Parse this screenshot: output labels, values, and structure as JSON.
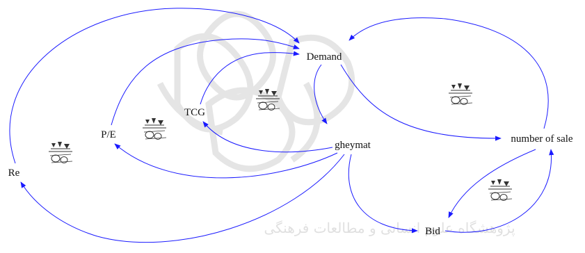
{
  "diagram": {
    "nodes": {
      "demand": "Demand",
      "gheymat": "gheymat",
      "tcg": "TCG",
      "pe": "P/E",
      "re": "Re",
      "number_of_sale": "number of sale",
      "bid": "Bid"
    },
    "edges": [
      {
        "from": "Re",
        "to": "Demand"
      },
      {
        "from": "P/E",
        "to": "Demand"
      },
      {
        "from": "TCG",
        "to": "Demand"
      },
      {
        "from": "number of sale",
        "to": "Demand"
      },
      {
        "from": "Demand",
        "to": "gheymat"
      },
      {
        "from": "Demand",
        "to": "number of sale"
      },
      {
        "from": "gheymat",
        "to": "TCG"
      },
      {
        "from": "gheymat",
        "to": "P/E"
      },
      {
        "from": "gheymat",
        "to": "Re"
      },
      {
        "from": "gheymat",
        "to": "Bid"
      },
      {
        "from": "Bid",
        "to": "number of sale"
      },
      {
        "from": "number of sale",
        "to": "Bid"
      }
    ],
    "loop_icon_count": 5,
    "colors": {
      "edge": "#1a1aff",
      "label": "#111111",
      "watermark": "#c8c8c8"
    },
    "watermark": {
      "text": "پژوهشگاه علوم انسانی و مطالعات فرهنگی"
    }
  }
}
